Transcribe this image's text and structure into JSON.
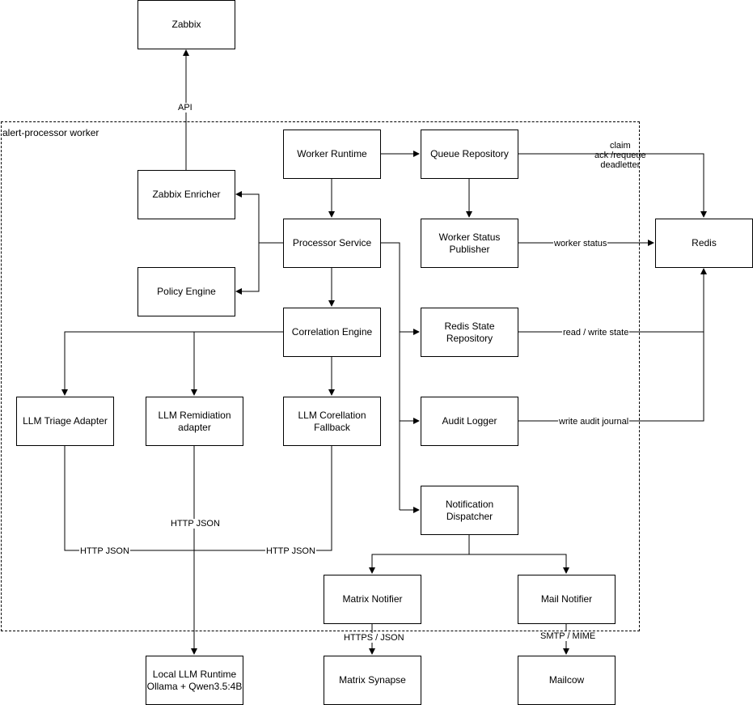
{
  "group": {
    "label": "alert-processor worker"
  },
  "nodes": {
    "zabbix": "Zabbix",
    "zabbix_enricher": "Zabbix Enricher",
    "policy_engine": "Policy Engine",
    "worker_runtime": "Worker Runtime",
    "processor_service": "Processor Service",
    "correlation_engine": "Correlation Engine",
    "queue_repository": "Queue Repository",
    "worker_status_publisher": "Worker Status\nPublisher",
    "redis_state_repository": "Redis State\nRepository",
    "audit_logger": "Audit Logger",
    "notification_dispatcher": "Notification\nDispatcher",
    "redis": "Redis",
    "llm_triage_adapter": "LLM Triage Adapter",
    "llm_remidiation_adapter": "LLM Remidiation\nadapter",
    "llm_corellation_fallback": "LLM Corellation\nFallback",
    "matrix_notifier": "Matrix Notifier",
    "mail_notifier": "Mail Notifier",
    "local_llm_runtime": "Local LLM Runtime\nOllama + Qwen3.5:4B",
    "matrix_synapse": "Matrix Synapse",
    "mailcow": "Mailcow"
  },
  "edge_labels": {
    "api": "API",
    "claim_ack": "claim\nack /requeue\ndeadletter",
    "worker_status": "worker status",
    "read_write_state": "read / write state",
    "write_audit_journal": "write audit journal",
    "http_json_triage": "HTTP JSON",
    "http_json_remidiation": "HTTP JSON",
    "http_json_fallback": "HTTP JSON",
    "https_json": "HTTPS / JSON",
    "smtp_mime": "SMTP / MIME"
  }
}
